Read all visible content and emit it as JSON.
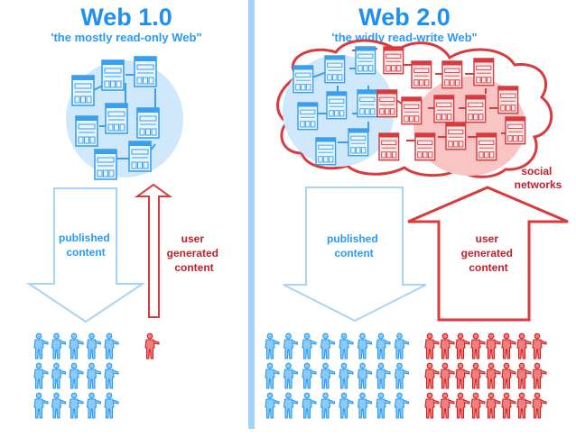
{
  "colors": {
    "blue_title": "#1e90f0",
    "blue_stroke": "#3aa0ee",
    "blue_light_fill": "#cfe8fb",
    "blue_arrow": "#a8d4f8",
    "red_stroke": "#d83a3e",
    "red_light_fill": "#f9c4c4",
    "red_text": "#c0202a",
    "divider": "#a6d2f9"
  },
  "web1": {
    "title": "Web 1.0",
    "subtitle": "'the mostly read-only Web\"",
    "published_label": [
      "published",
      "content"
    ],
    "ugc_label": [
      "user",
      "generated",
      "content"
    ],
    "consumer_count": 15,
    "consumer_rows": 3,
    "consumer_cols": 5,
    "creator_count": 1,
    "pages": 8
  },
  "web2": {
    "title": "Web 2.0",
    "subtitle": "'the widly read-write Web\"",
    "published_label": [
      "published",
      "content"
    ],
    "ugc_label": [
      "user",
      "generated",
      "content"
    ],
    "social_label": [
      "social",
      "networks"
    ],
    "consumer_count": 24,
    "consumer_rows": 3,
    "consumer_cols": 8,
    "creator_count": 24,
    "creator_rows": 3,
    "creator_cols": 8,
    "blue_pages": 8,
    "red_pages": 14
  }
}
